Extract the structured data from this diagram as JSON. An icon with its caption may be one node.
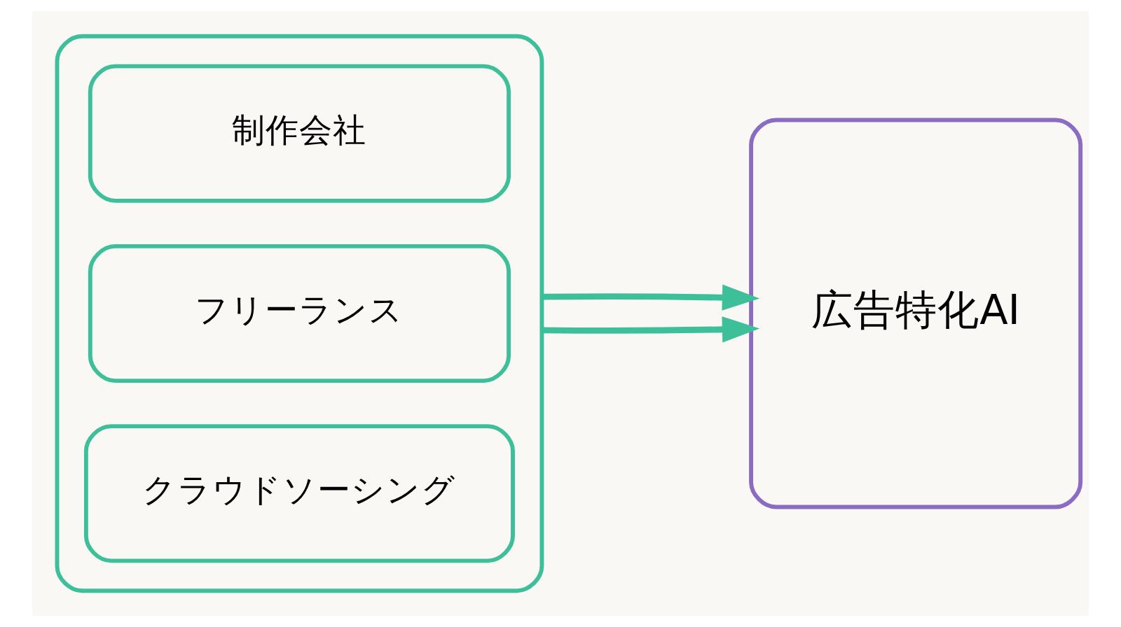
{
  "diagram": {
    "nodes": [
      {
        "text": [],
        "shape": "box"
      },
      {
        "text": [
          "制作会社"
        ],
        "in": 0
      },
      {
        "text": [
          "フリーランス"
        ],
        "in": 0
      },
      {
        "text": [
          "クラウドソーシング"
        ],
        "in": 0
      },
      {
        "text": [
          "広告特化AI"
        ]
      }
    ],
    "edges": [
      {
        "from": 0,
        "to": 4,
        "arrow": "to"
      },
      {
        "from": 0,
        "to": 4,
        "arrow": "to"
      }
    ]
  }
}
